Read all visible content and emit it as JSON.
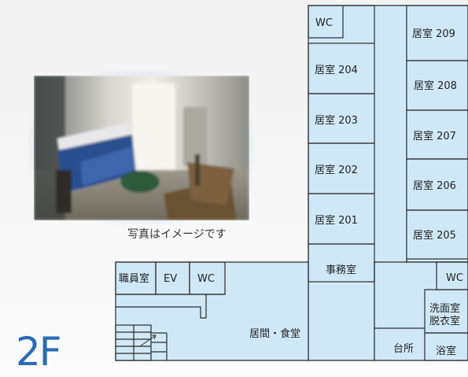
{
  "floor": "2F",
  "photo_caption": "写真はイメージです",
  "colors": {
    "room_fill": "#cfe8f8",
    "wall": "#2b2b2b",
    "floor_label": "#2a6bb3"
  },
  "rooms": {
    "wc_top": "WC",
    "r204": "居室 204",
    "r203": "居室 203",
    "r202": "居室 202",
    "r201": "居室 201",
    "office": "事務室",
    "r209": "居室 209",
    "r208": "居室 208",
    "r207": "居室 207",
    "r206": "居室 206",
    "r205": "居室 205",
    "staff": "職員室",
    "ev": "EV",
    "wc_left": "WC",
    "wc_right": "WC",
    "wash1": "洗面室",
    "wash2": "脱衣室",
    "living": "居間・食堂",
    "kitchen": "台所",
    "bath": "浴室"
  }
}
